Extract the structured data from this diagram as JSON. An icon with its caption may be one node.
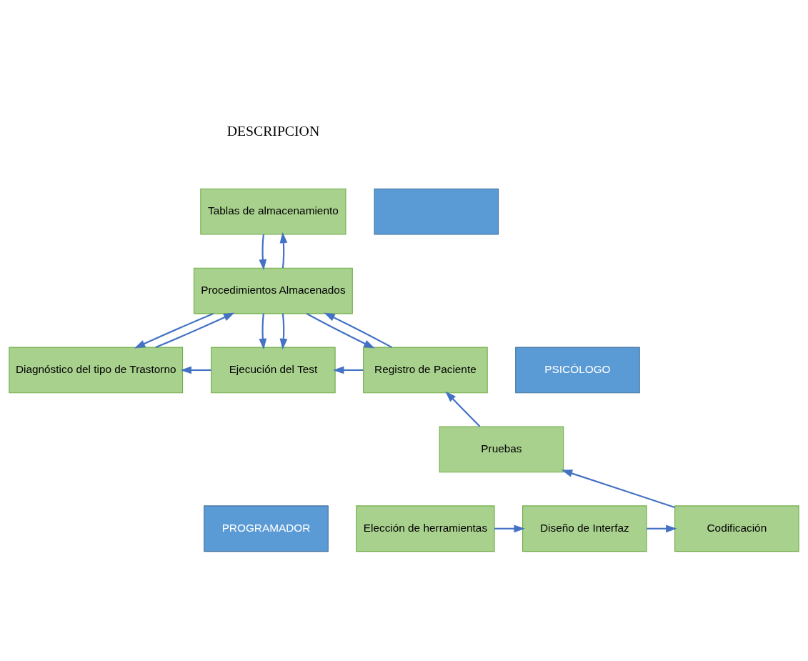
{
  "diagram": {
    "nodes": [
      {
        "text": [
          "Tablas de almacenamiento"
        ]
      },
      {
        "text": [
          "Procedimientos Almacenados"
        ]
      },
      {
        "text": [
          "Diagnóstico del tipo de Trastorno"
        ]
      },
      {
        "text": [
          "Ejecución del Test"
        ]
      },
      {
        "text": [
          "Registro de Paciente"
        ]
      },
      {
        "text": [
          "Pruebas"
        ]
      },
      {
        "text": [
          "Elección de herramientas"
        ]
      },
      {
        "text": [
          "Diseño de Interfaz"
        ]
      },
      {
        "text": [
          "Codificación"
        ]
      },
      {
        "text": [],
        "shape": "box"
      },
      {
        "text": [
          "PSICÓLOGO"
        ]
      },
      {
        "text": [
          "PROGRAMADOR"
        ]
      }
    ],
    "edges": [
      {
        "from": 0,
        "to": 1,
        "arrow": "to"
      },
      {
        "from": 1,
        "to": 0,
        "arrow": "to"
      },
      {
        "from": 1,
        "to": 2,
        "arrow": "to"
      },
      {
        "from": 2,
        "to": 1,
        "arrow": "to"
      },
      {
        "from": 1,
        "to": 3,
        "arrow": "to"
      },
      {
        "from": 1,
        "to": 3,
        "arrow": "to"
      },
      {
        "from": 1,
        "to": 4,
        "arrow": "to"
      },
      {
        "from": 4,
        "to": 1,
        "arrow": "to"
      },
      {
        "from": 3,
        "to": 2,
        "arrow": "to"
      },
      {
        "from": 4,
        "to": 3,
        "arrow": "to"
      },
      {
        "from": 5,
        "to": 4,
        "arrow": "to"
      },
      {
        "from": 8,
        "to": 5,
        "arrow": "to"
      },
      {
        "from": 6,
        "to": 7,
        "arrow": "to"
      },
      {
        "from": 7,
        "to": 8,
        "arrow": "to"
      }
    ],
    "labels": [
      "DESCRIPCION"
    ]
  }
}
